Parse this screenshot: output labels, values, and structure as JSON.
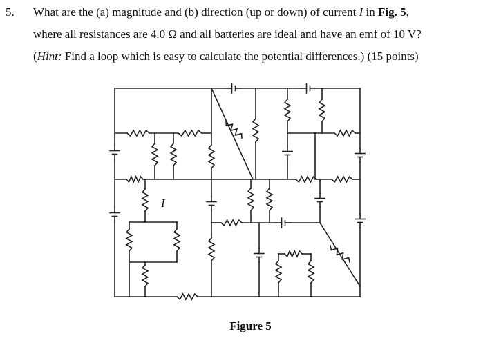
{
  "question": {
    "number": "5.",
    "line1": {
      "a": "What are the (a) magnitude and (b) direction (up or down) of current ",
      "var": "I",
      "b": " in ",
      "fig": "Fig. 5",
      "c": ","
    },
    "line2": "where all resistances are 4.0 Ω and all batteries are ideal and have an emf of 10 V?",
    "line3": {
      "open": "(",
      "hint_label": "Hint:",
      "hint_text": " Find a loop which is easy to calculate the potential differences.) (15 points)"
    }
  },
  "figure": {
    "current_label": "I",
    "caption": "Figure 5"
  }
}
